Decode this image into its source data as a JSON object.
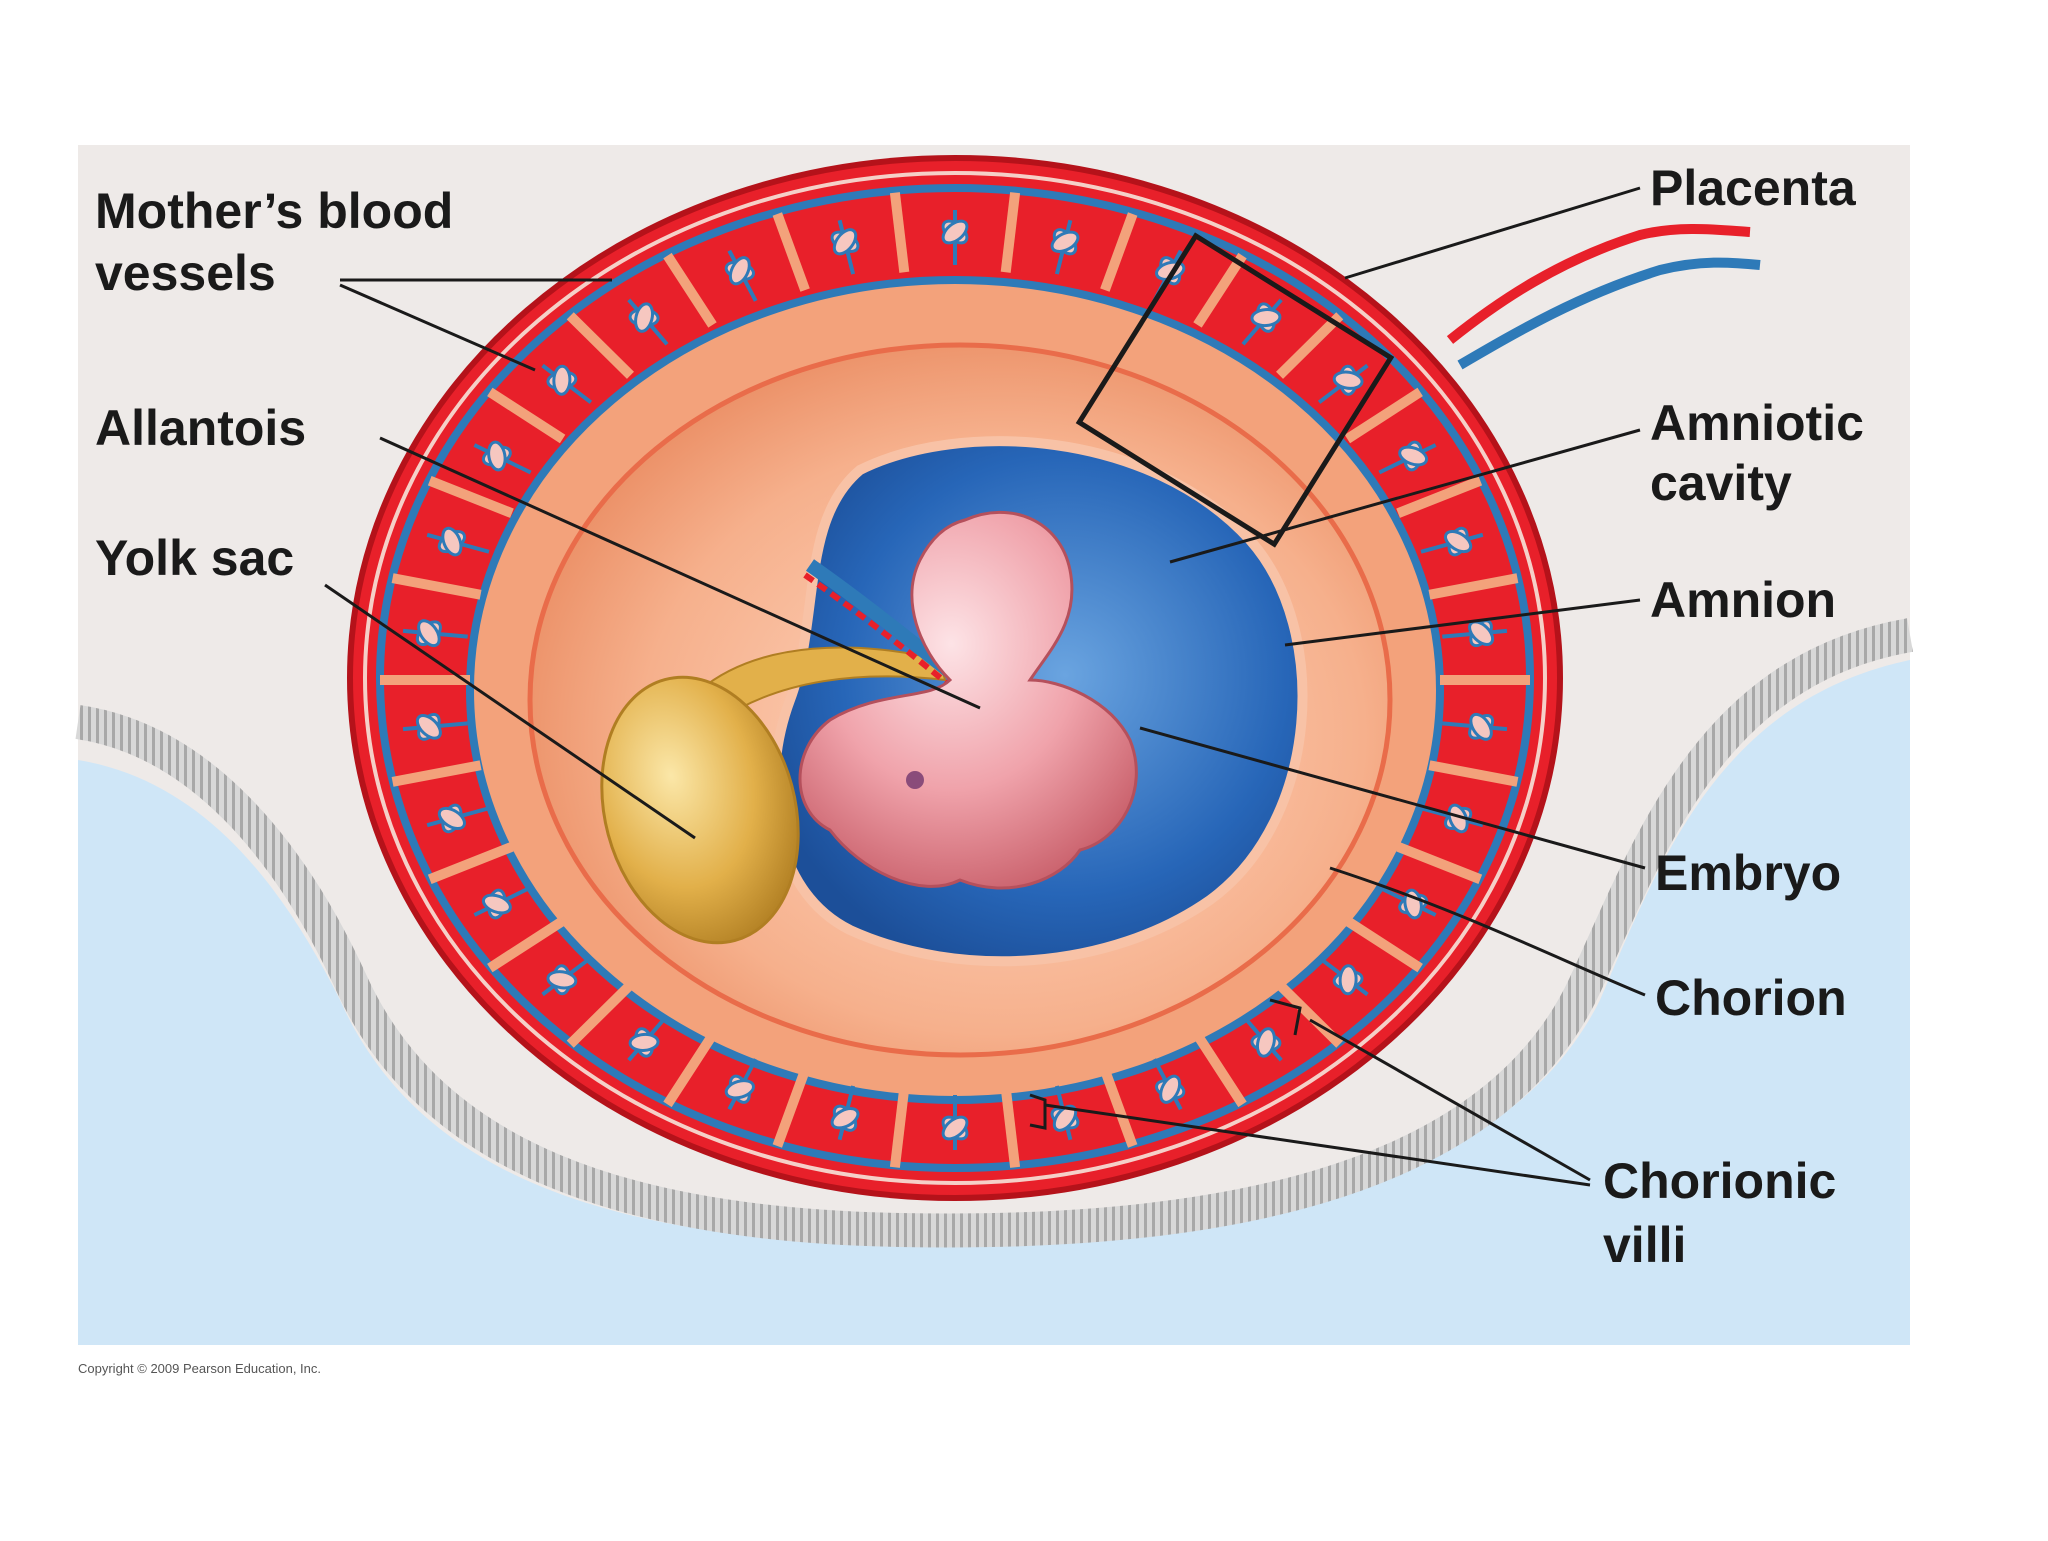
{
  "labels": {
    "mothers_blood_vessels_line1": "Mother’s blood",
    "mothers_blood_vessels_line2": "vessels",
    "allantois": "Allantois",
    "yolk_sac": "Yolk sac",
    "placenta": "Placenta",
    "amniotic_cavity_line1": "Amniotic",
    "amniotic_cavity_line2": "cavity",
    "amnion": "Amnion",
    "embryo": "Embryo",
    "chorion": "Chorion",
    "chorionic_villi_line1": "Chorionic",
    "chorionic_villi_line2": "villi"
  },
  "copyright": "Copyright © 2009 Pearson Education, Inc.",
  "colors": {
    "background_panel": "#eeeae8",
    "uterine_fluid": "#cfe6f7",
    "placenta_red": "#e8202a",
    "vessel_blue": "#2e7ab8",
    "amniotic_blue": "#1f5fb0",
    "embryo_pink": "#f0a3ab",
    "yolk_sac_gold": "#e2b04a",
    "chorion_orange": "#f3a27b"
  }
}
